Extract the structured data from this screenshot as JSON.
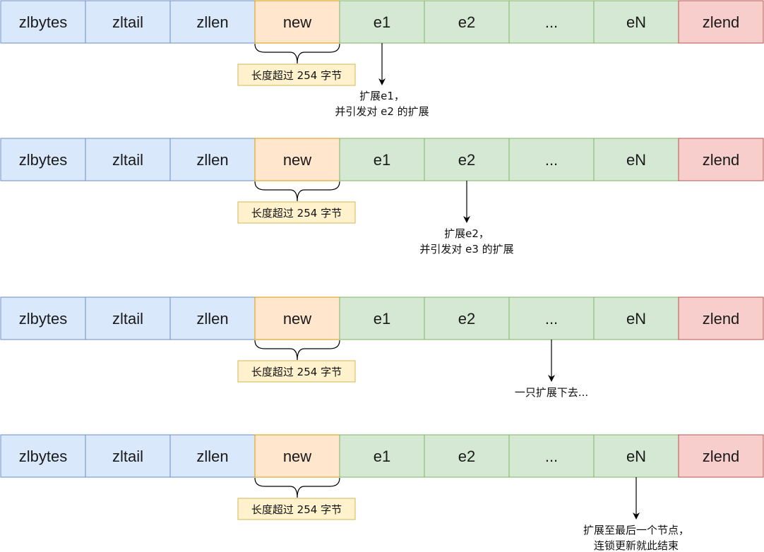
{
  "cell_labels": [
    "zlbytes",
    "zltail",
    "zllen",
    "new",
    "e1",
    "e2",
    "...",
    "eN",
    "zlend"
  ],
  "cell_kinds": [
    "header",
    "header",
    "header",
    "new",
    "entry",
    "entry",
    "entry",
    "entry",
    "end"
  ],
  "colors": {
    "header_fill": "#dae8fc",
    "header_stroke": "#6c8ebf",
    "new_fill": "#ffe6cc",
    "new_stroke": "#d79b00",
    "entry_fill": "#d5e8d4",
    "entry_stroke": "#82b366",
    "end_fill": "#f8cecc",
    "end_stroke": "#b85450",
    "label_fill": "#fff2cc",
    "label_stroke": "#d6b656",
    "line": "#000000"
  },
  "rows": [
    {
      "new_label": "长度超过 254 字节",
      "arrow_target_index": 4,
      "note_lines": [
        "扩展e1，",
        "并引发对 e2 的扩展"
      ]
    },
    {
      "new_label": "长度超过 254 字节",
      "arrow_target_index": 5,
      "note_lines": [
        "扩展e2，",
        "并引发对 e3 的扩展"
      ]
    },
    {
      "new_label": "长度超过 254 字节",
      "arrow_target_index": 6,
      "note_lines": [
        "一只扩展下去..."
      ]
    },
    {
      "new_label": "长度超过 254 字节",
      "arrow_target_index": 7,
      "note_lines": [
        "扩展至最后一个节点，",
        "连锁更新就此结束"
      ]
    }
  ]
}
